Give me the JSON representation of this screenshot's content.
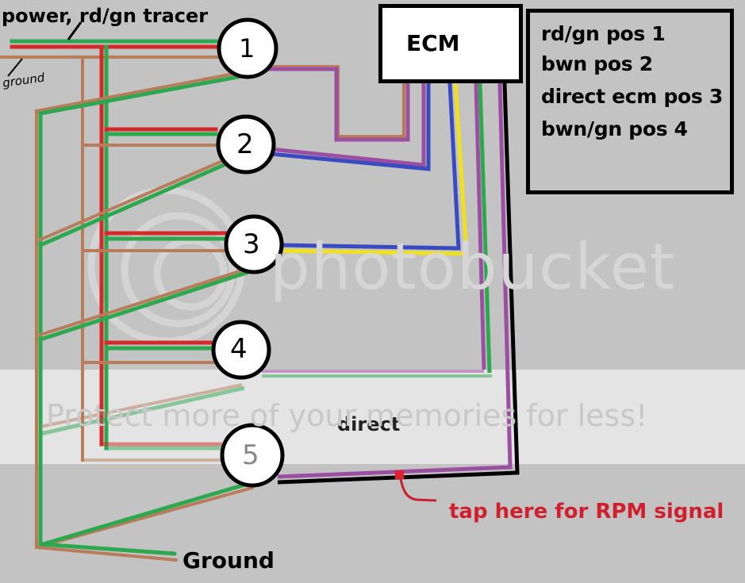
{
  "labels": {
    "power": "power, rd/gn tracer",
    "ground_top": "ground",
    "ecm": "ECM",
    "direct": "direct",
    "ground_bottom": "Ground",
    "tap": "tap here for RPM signal"
  },
  "legend": {
    "lines": [
      "rd/gn pos 1",
      "bwn pos 2",
      "direct ecm pos 3",
      "bwn/gn pos 4"
    ]
  },
  "connectors": [
    {
      "id": "1",
      "label": "1"
    },
    {
      "id": "2",
      "label": "2"
    },
    {
      "id": "3",
      "label": "3"
    },
    {
      "id": "4",
      "label": "4"
    },
    {
      "id": "5",
      "label": "5"
    }
  ],
  "watermark": {
    "brand": "photobucket",
    "slogan": "Protect more of your memories for less!"
  },
  "colors": {
    "background": "#c3c3c3",
    "watermark_band": "#e4e4e4",
    "red": "#d42a2a",
    "green": "#2ea84f",
    "brown": "#b87c5a",
    "purple": "#9b4fa0",
    "blue": "#3a4ac0",
    "yellow": "#f0e020",
    "black": "#000000",
    "tap_red": "#e02030"
  }
}
